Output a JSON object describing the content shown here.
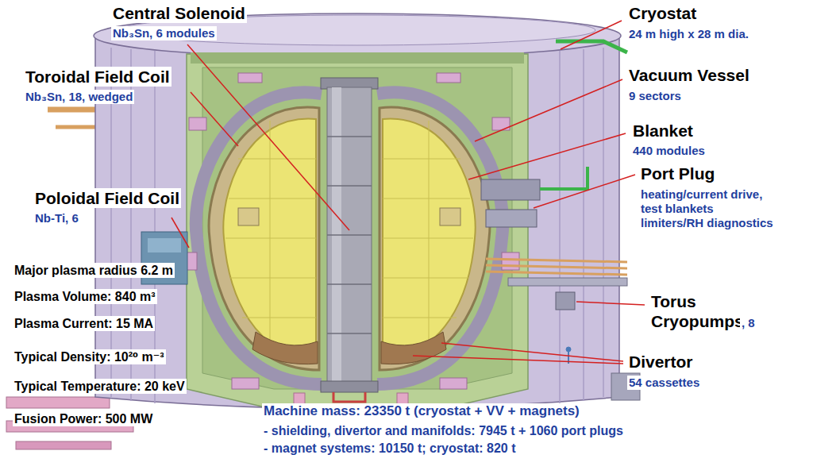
{
  "diagram": {
    "labels": [
      "Central Solenoid",
      "Nb₃Sn, 6 modules",
      "Toroidal Field Coil",
      "Nb₃Sn, 18, wedged",
      "Poloidal Field Coil",
      "Nb-Ti, 6",
      "Major plasma radius 6.2 m",
      "Plasma Volume: 840 m³",
      "Plasma Current: 15 MA",
      "Typical Density: 10²⁰ m⁻³",
      "Typical Temperature: 20 keV",
      "Fusion Power: 500 MW",
      "Cryostat",
      "24 m high x 28 m dia.",
      "Vacuum Vessel",
      "9 sectors",
      "Blanket",
      "440 modules",
      "Port Plug",
      "heating/current drive, test blankets limiters/RH diagnostics",
      "Torus Cryopumps",
      ", 8",
      "Divertor",
      "54 cassettes",
      "Machine mass: 23350 t (cryostat + VV + magnets)",
      "- shielding, divertor and manifolds: 7945 t + 1060 port plugs",
      "- magnet systems: 10150 t; cryostat: 820 t"
    ]
  }
}
